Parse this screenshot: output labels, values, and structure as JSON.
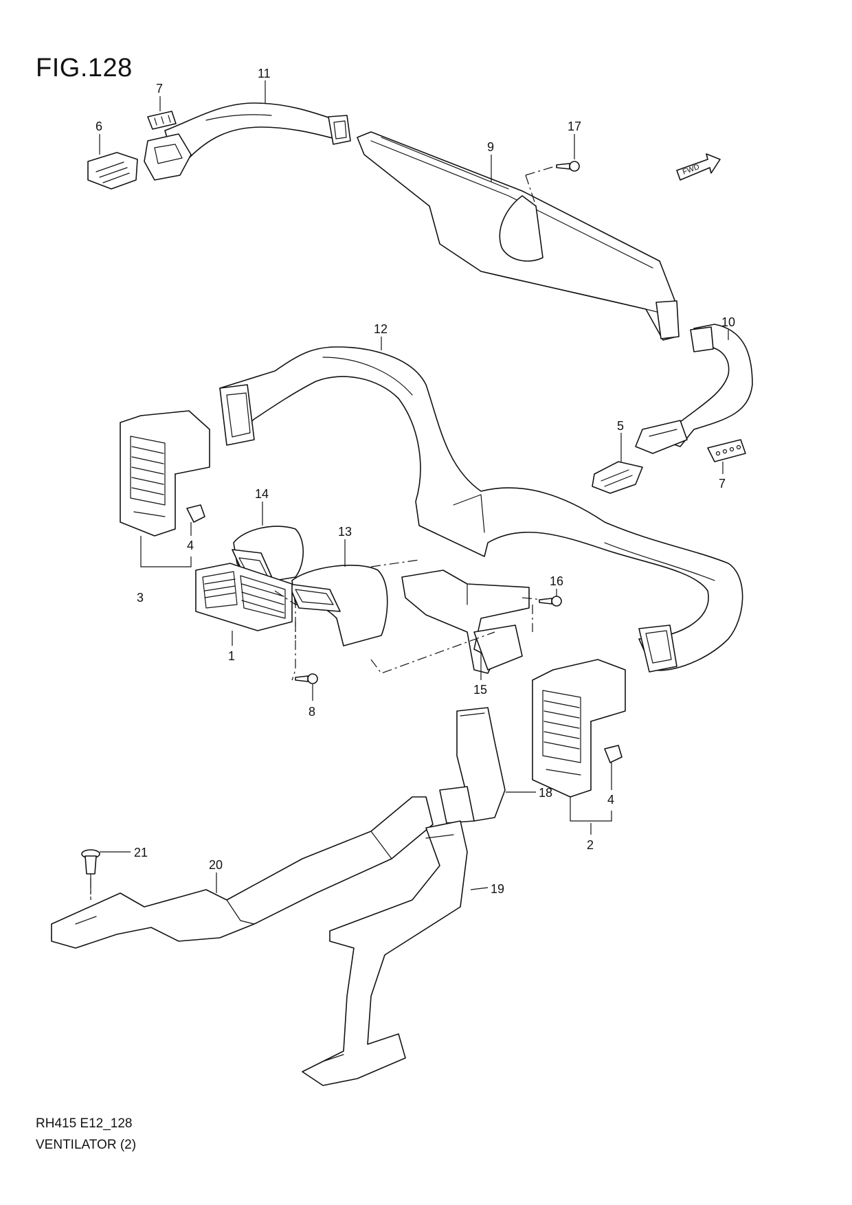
{
  "figure": {
    "title": "FIG.128",
    "code": "RH415 E12_128",
    "name": "VENTILATOR (2)",
    "direction_badge": "FWD"
  },
  "callouts": {
    "c1": "1",
    "c2": "2",
    "c3": "3",
    "c4a": "4",
    "c4b": "4",
    "c5": "5",
    "c6": "6",
    "c7a": "7",
    "c7b": "7",
    "c8": "8",
    "c9": "9",
    "c10": "10",
    "c11": "11",
    "c12": "12",
    "c13": "13",
    "c14": "14",
    "c15": "15",
    "c16": "16",
    "c17": "17",
    "c18": "18",
    "c19": "19",
    "c20": "20",
    "c21": "21"
  },
  "style": {
    "line_color": "#111111",
    "background": "#ffffff"
  }
}
